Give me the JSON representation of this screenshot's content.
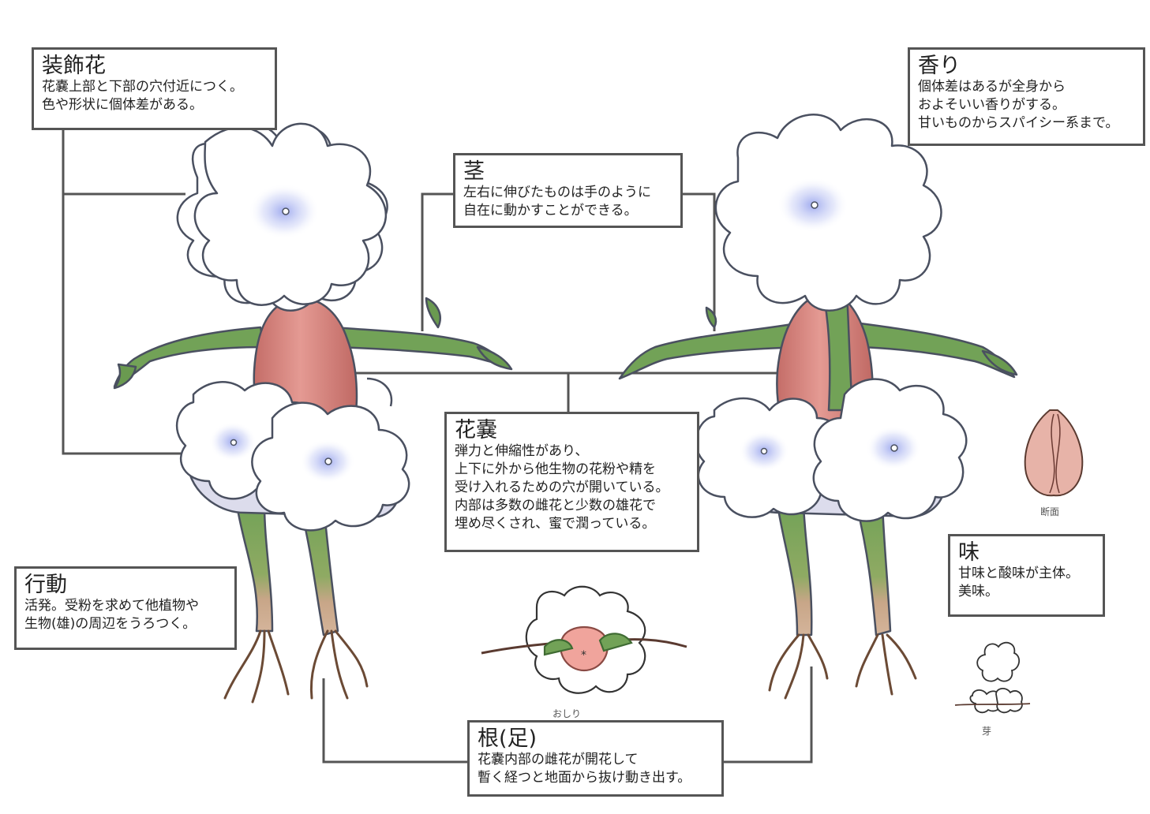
{
  "labels": {
    "decor": {
      "title": "装飾花",
      "body": "花嚢上部と下部の穴付近につく。\n色や形状に個体差がある。"
    },
    "scent": {
      "title": "香り",
      "body": "個体差はあるが全身から\nおよそいい香りがする。\n甘いものからスパイシー系まで。"
    },
    "stem": {
      "title": "茎",
      "body": "左右に伸びたものは手のように\n自在に動かすことができる。"
    },
    "sac": {
      "title": "花嚢",
      "body": "弾力と伸縮性があり、\n上下に外から他生物の花粉や精を\n受け入れるための穴が開いている。\n内部は多数の雌花と少数の雄花で\n埋め尽くされ、蜜で潤っている。"
    },
    "taste": {
      "title": "味",
      "body": "甘味と酸味が主体。\n美味。"
    },
    "behavior": {
      "title": "行動",
      "body": "活発。受粉を求めて他植物や\n生物(雄)の周辺をうろつく。"
    },
    "root": {
      "title": "根(足)",
      "body": "花嚢内部の雌花が開花して\n暫く経つと地面から抜け動き出す。"
    }
  },
  "sketch_notes": {
    "cross_section": "断面",
    "bottom": "おしり",
    "sprout": "芽"
  },
  "colors": {
    "petal": "#ffffff",
    "petal_outline": "#4a5060",
    "petal_shadow": "#dcdcec",
    "center_glow": "#aab4ee",
    "stem": "#72a257",
    "stem_dark": "#3f6b33",
    "sac": "#d9827c",
    "sac_dark": "#a85a55",
    "root": "#c8a688",
    "root_dark": "#6b4a35",
    "line": "#555555"
  }
}
